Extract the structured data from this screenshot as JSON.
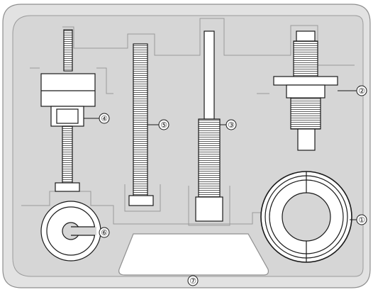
{
  "diagram": {
    "callouts": [
      {
        "id": "c1",
        "label": "①"
      },
      {
        "id": "c2",
        "label": "②"
      },
      {
        "id": "c3",
        "label": "③"
      },
      {
        "id": "c4",
        "label": "④"
      },
      {
        "id": "c5",
        "label": "⑤"
      },
      {
        "id": "c6",
        "label": "⑥"
      },
      {
        "id": "c7",
        "label": "⑦"
      }
    ],
    "colors": {
      "case_outer": "#e2e2e2",
      "case_inner": "#d6d6d6",
      "line": "#8f8f8f",
      "part_fill": "#ffffff",
      "part_stroke": "#1a1a1a"
    }
  }
}
